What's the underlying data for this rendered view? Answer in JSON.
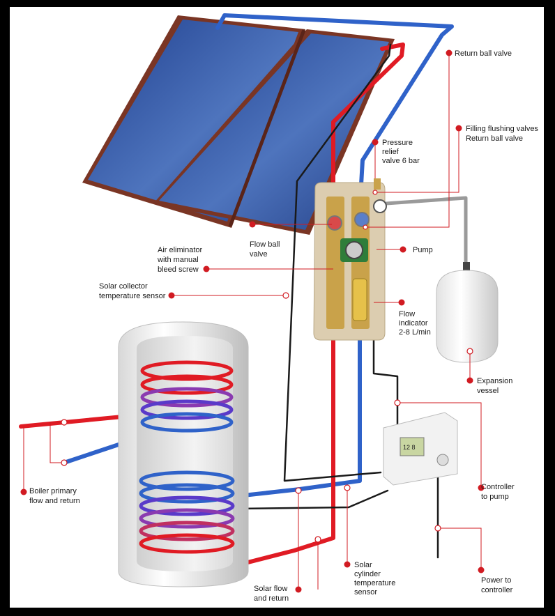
{
  "title": "",
  "colors": {
    "background": "#000000",
    "panel": "#ffffff",
    "flow_pipe": "#e01b24",
    "return_pipe": "#2f62c9",
    "sensor_wire": "#1a1a1a",
    "callout": "#d11b22",
    "solar_panel": "#2e4f9e",
    "panel_frame": "#7a3524",
    "cylinder": "#eeeeee",
    "pump_station": "#dccdb0"
  },
  "components": [
    {
      "id": "solar_collector",
      "icon": "solar-panel-icon"
    },
    {
      "id": "pump_station",
      "icon": "pump-station-icon"
    },
    {
      "id": "expansion_vessel",
      "icon": "vessel-icon"
    },
    {
      "id": "controller",
      "icon": "controller-icon",
      "display": "12 8"
    },
    {
      "id": "cylinder",
      "icon": "cylinder-icon"
    }
  ],
  "labels": {
    "return_ball_valve": "Return ball valve",
    "filling_flushing": [
      "Filling flushing valves",
      "Return ball valve"
    ],
    "pressure_relief": [
      "Pressure",
      "relief",
      "valve 6 bar"
    ],
    "flow_ball_valve": [
      "Flow ball",
      "valve"
    ],
    "pump": "Pump",
    "air_eliminator": [
      "Air eliminator",
      "with manual",
      "bleed screw"
    ],
    "collector_sensor": [
      "Solar collector",
      "temperature sensor"
    ],
    "flow_indicator": [
      "Flow",
      "indicator",
      "2-8 L/min"
    ],
    "expansion_vessel": [
      "Expansion",
      "vessel"
    ],
    "boiler_primary": [
      "Boiler primary",
      "flow and return"
    ],
    "controller_to_pump": [
      "Controller",
      "to pump"
    ],
    "solar_flow_return": [
      "Solar flow",
      "and return"
    ],
    "cylinder_sensor": [
      "Solar",
      "cylinder",
      "temperature",
      "sensor"
    ],
    "power_to_controller": [
      "Power to",
      "controller"
    ]
  }
}
